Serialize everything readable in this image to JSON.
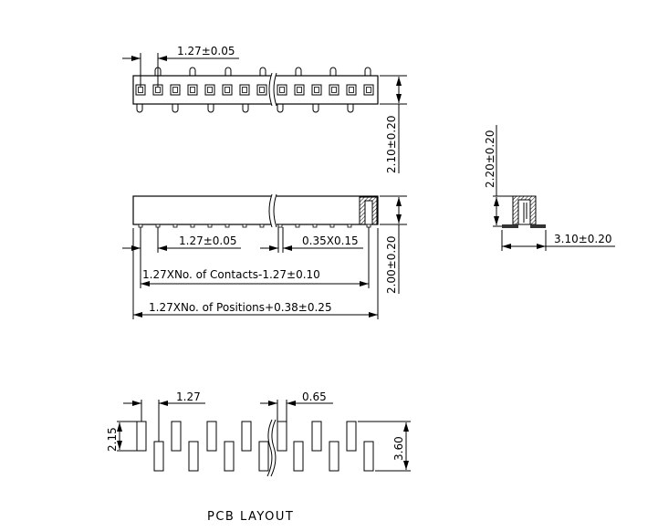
{
  "top_view": {
    "pitch_label": "1.27±0.05",
    "height_label": "2.10±0.20"
  },
  "front_view": {
    "pitch_label": "1.27±0.05",
    "pin_size_label": "0.35X0.15",
    "contacts_label": "1.27XNo. of Contacts-1.27±0.10",
    "positions_label": "1.27XNo. of Positions+0.38±0.25",
    "height_label": "2.00±0.20"
  },
  "side_view": {
    "height_label": "2.20±0.20",
    "width_label": "3.10±0.20"
  },
  "pcb_layout": {
    "pitch_label": "1.27",
    "pad_width_label": "0.65",
    "pad_length_label": "2.15",
    "row_span_label": "3.60",
    "title": "PCB LAYOUT"
  }
}
